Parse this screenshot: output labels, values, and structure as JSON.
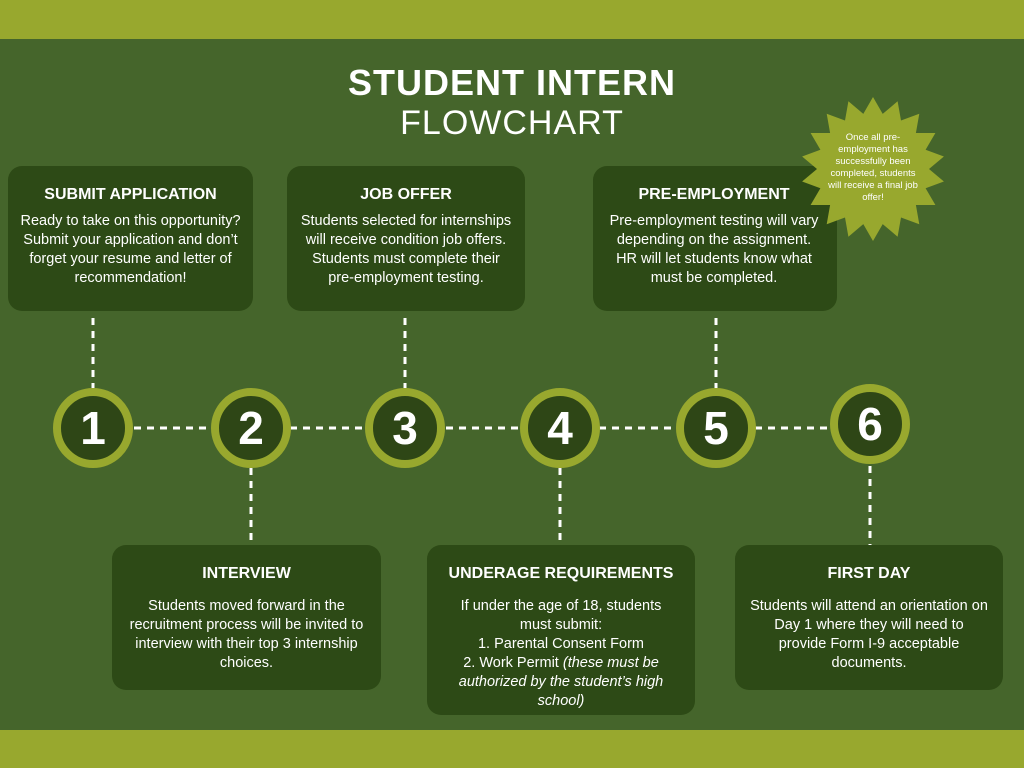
{
  "title": {
    "line1": "STUDENT INTERN",
    "line2": "FLOWCHART"
  },
  "colors": {
    "background": "#45652b",
    "accent": "#98a82e",
    "card": "#2d4a16",
    "text": "#ffffff"
  },
  "steps": [
    {
      "number": "1",
      "title": "SUBMIT APPLICATION",
      "body": "Ready to take on this opportunity? Submit your application and don’t forget your resume and letter of recommendation!"
    },
    {
      "number": "2",
      "title": "INTERVIEW",
      "body": "Students moved forward in the recruitment process will be invited to interview with their top 3 internship choices."
    },
    {
      "number": "3",
      "title": "JOB OFFER",
      "body": "Students selected for internships will receive condition job offers. Students must complete their pre-employment testing."
    },
    {
      "number": "4",
      "title": "UNDERAGE REQUIREMENTS",
      "intro": "If under the age of 18, students must submit:",
      "item1": "1. Parental Consent Form",
      "item2": "2. Work Permit",
      "item2_note": "(these must be authorized by the student’s high school)"
    },
    {
      "number": "5",
      "title": "PRE-EMPLOYMENT",
      "body": "Pre-employment testing will vary depending on the assignment. HR will let students know what must be completed."
    },
    {
      "number": "6",
      "title": "FIRST DAY",
      "body": "Students will attend an orientation on Day 1 where they will need to provide Form I-9 acceptable documents."
    }
  ],
  "callout": {
    "text": "Once all pre-employment has successfully been completed, students will receive a final job offer!"
  }
}
